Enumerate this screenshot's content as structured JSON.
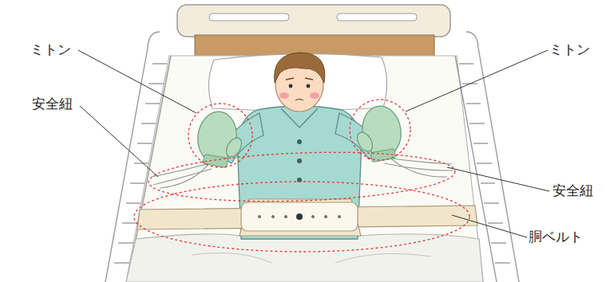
{
  "diagram": {
    "labels": [
      "ミトン",
      "ミトン",
      "安全紐",
      "安全紐",
      "胴ベルト"
    ]
  }
}
